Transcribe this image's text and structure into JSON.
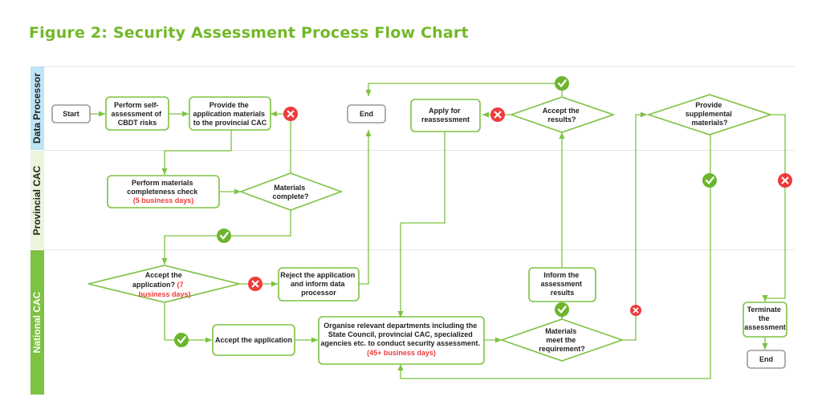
{
  "figure_title": "Figure 2: Security Assessment Process Flow Chart",
  "lanes": {
    "data_processor": "Data Processor",
    "provincial_cac": "Provincial CAC",
    "national_cac": "National CAC"
  },
  "colors": {
    "accent": "#7dc242",
    "title": "#72b828",
    "lane_dp": "#bfe4f5",
    "lane_prov": "#eaf5dc",
    "lane_nat": "#7dc242",
    "reject": "#ef3b3b",
    "terminal_border": "#9a9a9a"
  },
  "nodes": {
    "start": [
      "Start"
    ],
    "self_assess": [
      "Perform self-",
      "assessment of",
      "CBDT risks"
    ],
    "provide_materials": [
      "Provide the",
      "application materials",
      "to the provincial CAC"
    ],
    "end_top": [
      "End"
    ],
    "apply_reassess": [
      "Apply for",
      "reassessment"
    ],
    "accept_results": [
      "Accept the",
      "results?"
    ],
    "provide_supplemental": [
      "Provide",
      "supplemental",
      "materials?"
    ],
    "completeness_check": [
      "Perform materials",
      "completeness check"
    ],
    "completeness_days": "(5 business days)",
    "materials_complete": [
      "Materials",
      "complete?"
    ],
    "accept_application_q": [
      "Accept the",
      "application?"
    ],
    "accept_application_days_a": "(7",
    "accept_application_days_b": "business days)",
    "reject_application": [
      "Reject the application",
      "and inform data",
      "processor"
    ],
    "inform_results": [
      "Inform the",
      "assessment",
      "results"
    ],
    "accept_application": [
      "Accept the application"
    ],
    "organise": [
      "Organise relevant departments including the",
      "State Council, provincial CAC, specialized",
      "agencies etc. to conduct security assessment."
    ],
    "organise_days": "(45+ business days)",
    "meet_requirement": [
      "Materials",
      "meet the",
      "requirement?"
    ],
    "terminate": [
      "Terminate",
      "the",
      "assessment"
    ],
    "end_bottom": [
      "End"
    ]
  },
  "icons": {
    "yes": "check-icon",
    "no": "cross-icon"
  }
}
